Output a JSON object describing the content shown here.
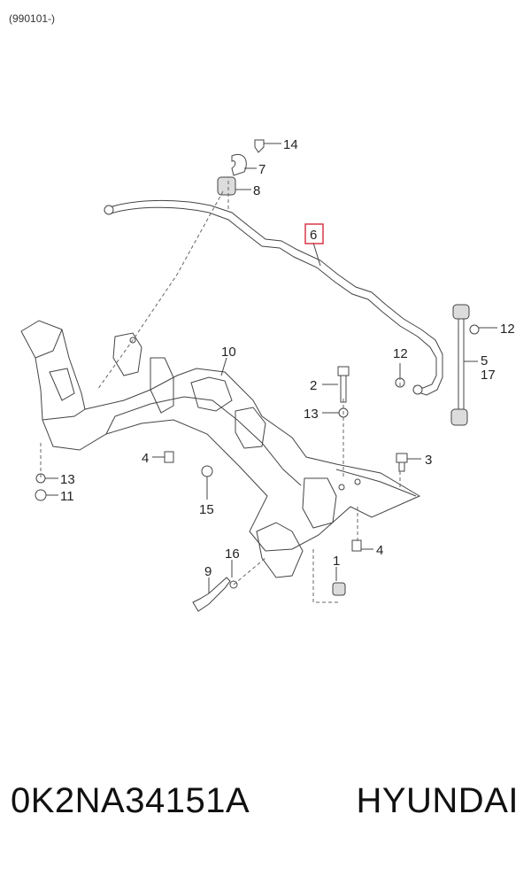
{
  "caption": "(990101-)",
  "part_number": "0K2NA34151A",
  "brand": "HYUNDAI",
  "highlight_color": "#d9394a",
  "callouts": [
    {
      "id": "c14",
      "label": "14"
    },
    {
      "id": "c7",
      "label": "7"
    },
    {
      "id": "c8",
      "label": "8"
    },
    {
      "id": "c6",
      "label": "6",
      "highlighted": true
    },
    {
      "id": "c12a",
      "label": "12"
    },
    {
      "id": "c12b",
      "label": "12"
    },
    {
      "id": "c5",
      "label": "5"
    },
    {
      "id": "c17",
      "label": "17"
    },
    {
      "id": "c10",
      "label": "10"
    },
    {
      "id": "c2",
      "label": "2"
    },
    {
      "id": "c13a",
      "label": "13"
    },
    {
      "id": "c3",
      "label": "3"
    },
    {
      "id": "c4a",
      "label": "4"
    },
    {
      "id": "c13b",
      "label": "13"
    },
    {
      "id": "c11",
      "label": "11"
    },
    {
      "id": "c15",
      "label": "15"
    },
    {
      "id": "c4b",
      "label": "4"
    },
    {
      "id": "c9",
      "label": "9"
    },
    {
      "id": "c16",
      "label": "16"
    },
    {
      "id": "c1",
      "label": "1"
    }
  ]
}
